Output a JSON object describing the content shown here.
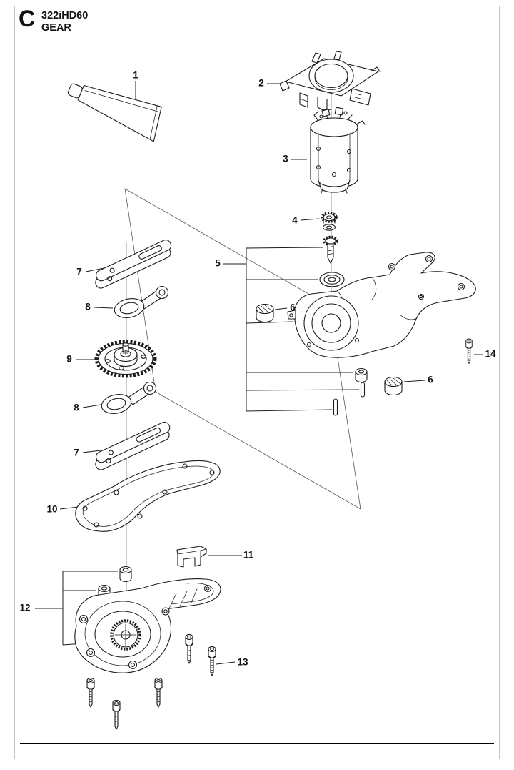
{
  "header": {
    "section_letter": "C",
    "model": "322iHD60",
    "section_name": "GEAR"
  },
  "callouts": [
    "1",
    "2",
    "3",
    "4",
    "5",
    "6",
    "6",
    "7",
    "8",
    "9",
    "8",
    "7",
    "10",
    "11",
    "12",
    "13",
    "14"
  ],
  "colors": {
    "line": "#1c1c1c",
    "plane": "#555555",
    "border": "#c4c4c4",
    "rule": "#000000",
    "background": "#ffffff",
    "text": "#111111"
  }
}
